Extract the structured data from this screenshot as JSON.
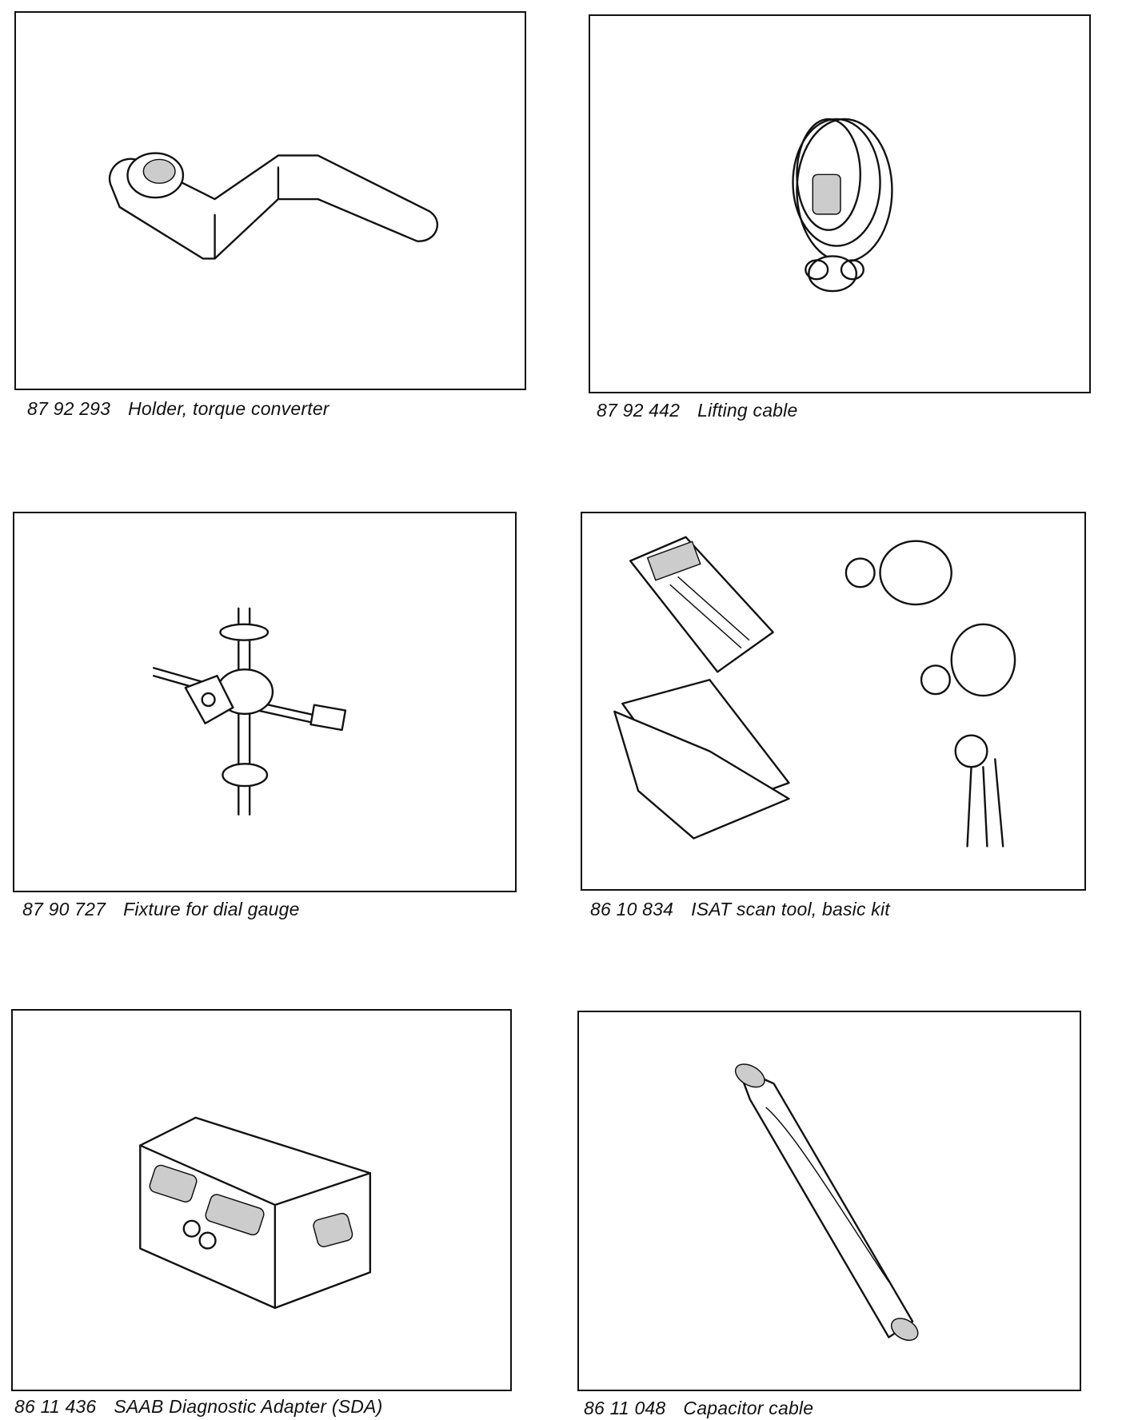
{
  "tools": [
    {
      "part_number": "87 92 293",
      "description": "Holder, torque converter",
      "illustration": "torque-converter-holder"
    },
    {
      "part_number": "87 92 442",
      "description": "Lifting cable",
      "illustration": "lifting-cable"
    },
    {
      "part_number": "87 90 727",
      "description": "Fixture for dial gauge",
      "illustration": "dial-gauge-fixture"
    },
    {
      "part_number": "86 10 834",
      "description": "ISAT scan tool, basic kit",
      "illustration": "isat-scan-tool-kit"
    },
    {
      "part_number": "86 11 436",
      "description": "SAAB Diagnostic Adapter (SDA)",
      "illustration": "diagnostic-adapter"
    },
    {
      "part_number": "86 11 048",
      "description": "Capacitor cable",
      "illustration": "capacitor-cable"
    }
  ]
}
